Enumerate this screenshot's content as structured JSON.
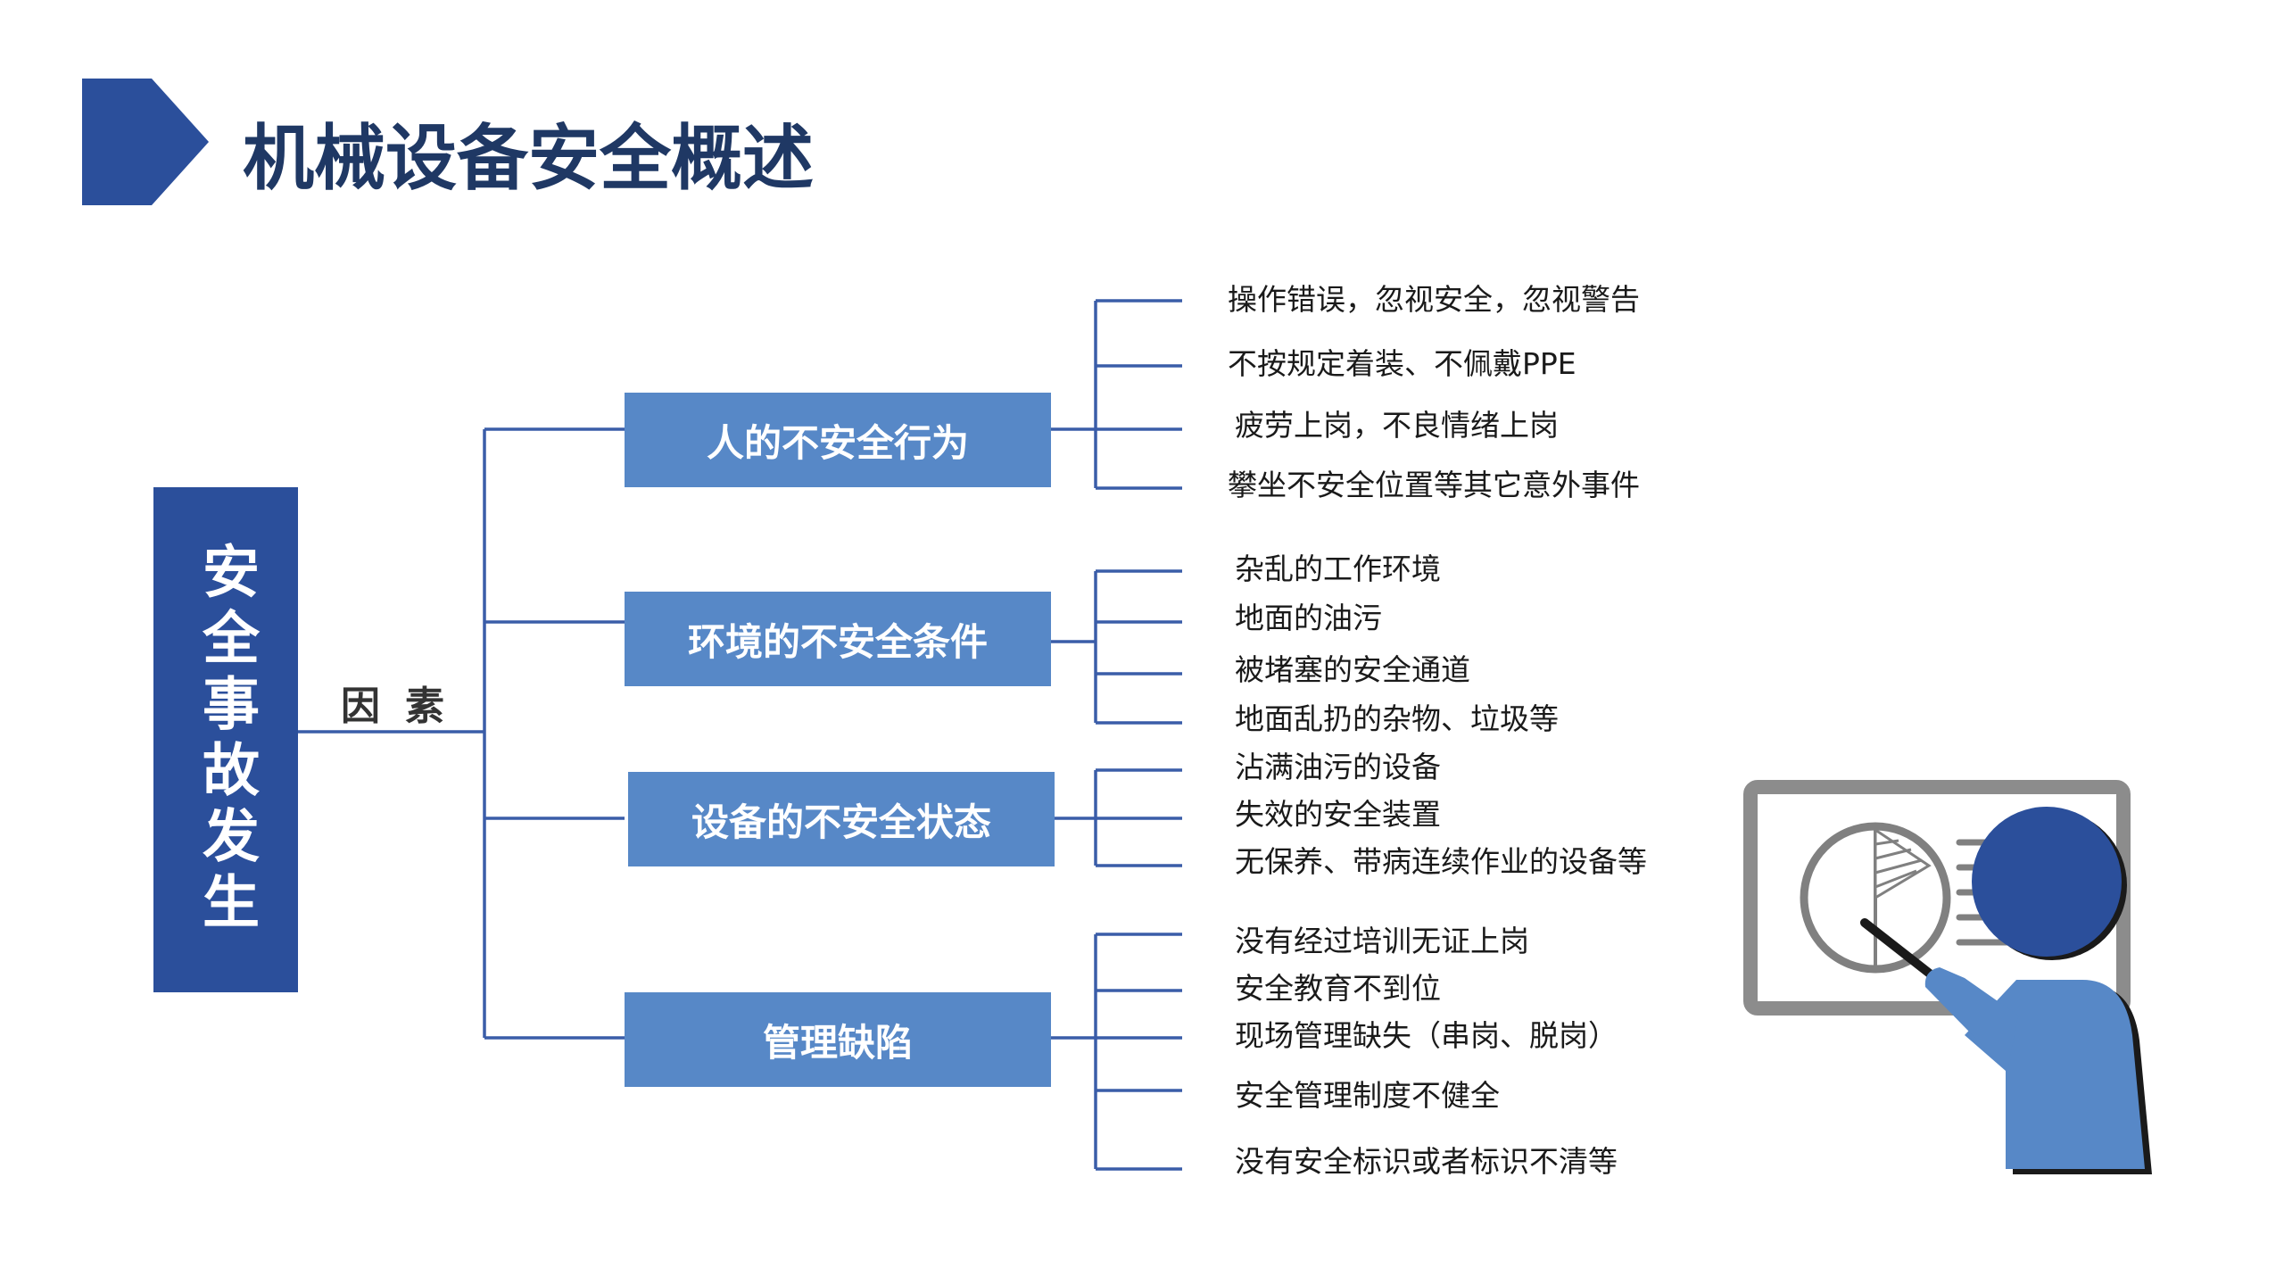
{
  "title": "机械设备安全概述",
  "root": "安全事故发生",
  "factor_label": "因素",
  "categories": [
    {
      "label": "人的不安全行为",
      "items": [
        "操作错误，忽视安全，忽视警告",
        "不按规定着装、不佩戴PPE",
        "疲劳上岗，不良情绪上岗",
        "攀坐不安全位置等其它意外事件"
      ]
    },
    {
      "label": "环境的不安全条件",
      "items": [
        "杂乱的工作环境",
        "地面的油污",
        "被堵塞的安全通道",
        "地面乱扔的杂物、垃圾等"
      ]
    },
    {
      "label": "设备的不安全状态",
      "items": [
        "沾满油污的设备",
        "失效的安全装置",
        "无保养、带病连续作业的设备等"
      ]
    },
    {
      "label": "管理缺陷",
      "items": [
        "没有经过培训无证上岗",
        "安全教育不到位",
        "现场管理缺失（串岗、脱岗）",
        "安全管理制度不健全",
        "没有安全标识或者标识不清等"
      ]
    }
  ],
  "colors": {
    "dark_blue": "#2b4f9b",
    "mid_blue": "#5788c7",
    "line_blue": "#3a5da8",
    "title": "#1f3864"
  },
  "icons": [
    "arrow-chevron-icon",
    "presenter-illustration-icon"
  ]
}
